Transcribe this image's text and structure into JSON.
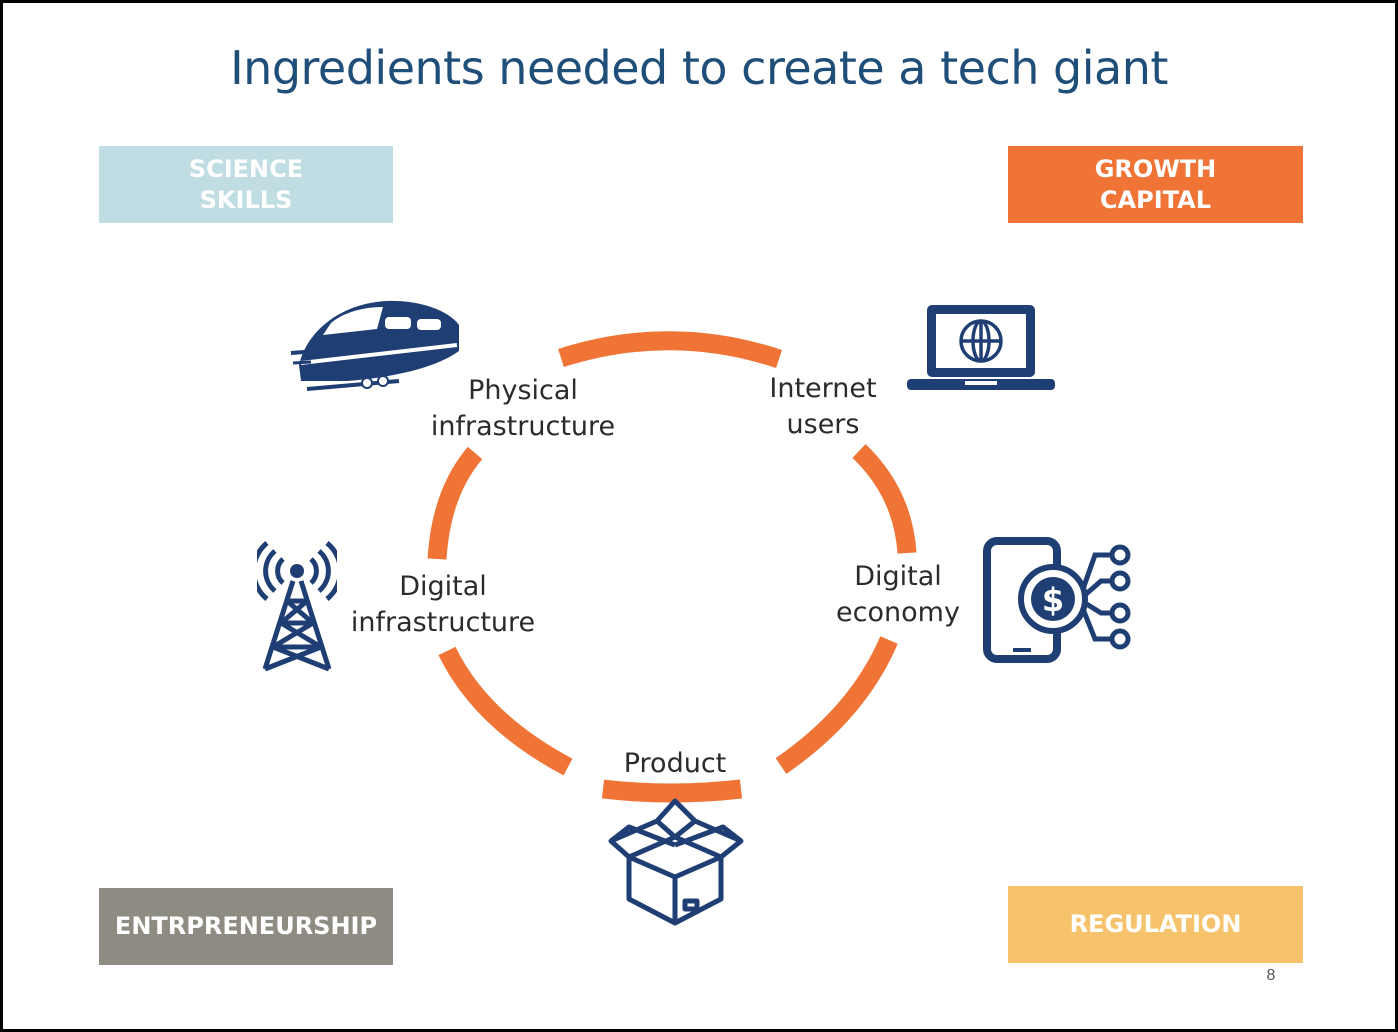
{
  "title": "Ingredients needed to create a tech giant",
  "corners": {
    "science": {
      "line1": "SCIENCE",
      "line2": "SKILLS"
    },
    "growth": {
      "line1": "GROWTH",
      "line2": "CAPITAL"
    },
    "entrepreneurship": "ENTRPRENEURSHIP",
    "regulation": "REGULATION"
  },
  "cycle": {
    "physical": {
      "line1": "Physical",
      "line2": "infrastructure",
      "icon": "train-icon"
    },
    "internet": {
      "line1": "Internet",
      "line2": "users",
      "icon": "laptop-globe-icon"
    },
    "digital_economy": {
      "line1": "Digital",
      "line2": "economy",
      "icon": "phone-dollar-icon"
    },
    "product": {
      "line1": "Product",
      "icon": "box-icon"
    },
    "digital_infra": {
      "line1": "Digital",
      "line2": "infrastructure",
      "icon": "cell-tower-icon"
    }
  },
  "page_number": "8",
  "colors": {
    "title": "#1f4e79",
    "ring": "#ef7436",
    "icon": "#1f3f74",
    "science": "#bfdde3",
    "growth": "#ef7436",
    "entrepreneurship": "#8e8c82",
    "regulation": "#f6c36c"
  }
}
